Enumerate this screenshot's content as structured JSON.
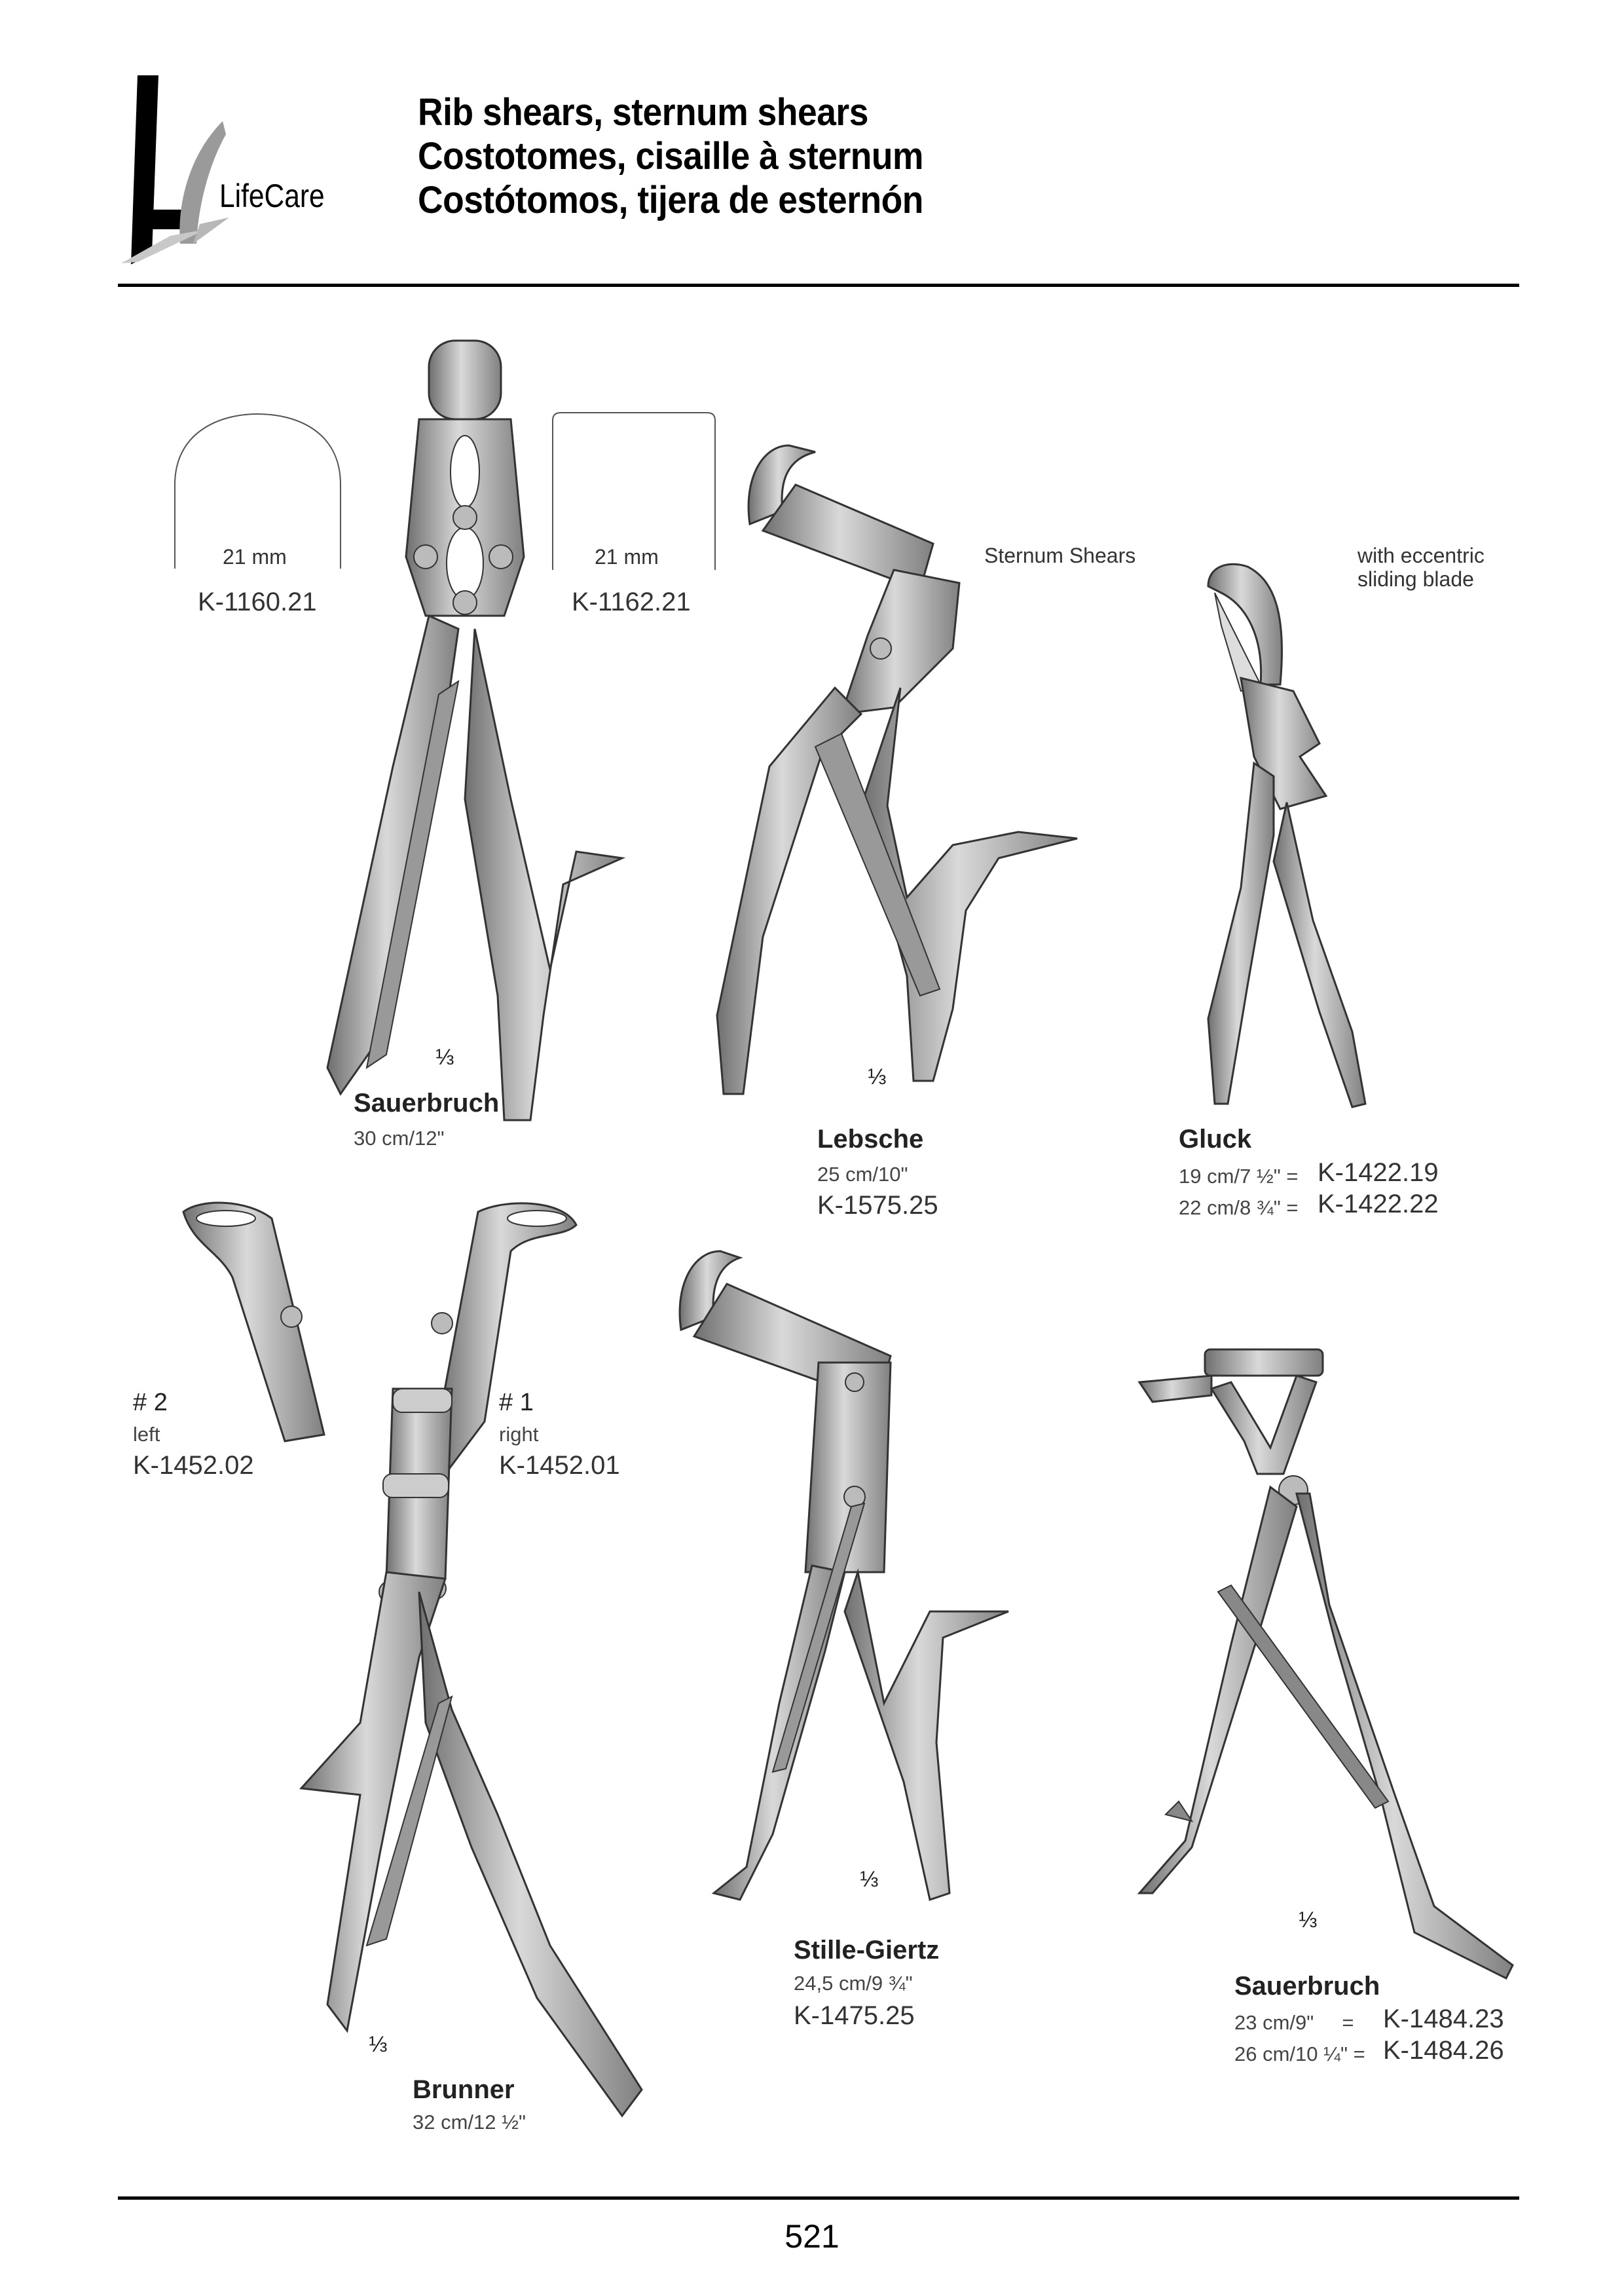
{
  "header": {
    "logo_text": "LifeCare",
    "title_lines": [
      "Rib shears, sternum shears",
      "Costotomes, cisaille à sternum",
      "Costótomos, tijera de esternón"
    ]
  },
  "blade_profiles": [
    {
      "shape": "rounded",
      "width_label": "21 mm",
      "code": "K-1160.21"
    },
    {
      "shape": "square",
      "width_label": "21 mm",
      "code": "K-1162.21"
    }
  ],
  "instruments": [
    {
      "name": "Sauerbruch",
      "size": "30 cm/12\"",
      "scale": "⅓",
      "codes": [
        "K-1160.21",
        "K-1162.21"
      ]
    },
    {
      "name": "Lebsche",
      "note": "Sternum Shears",
      "size": "25 cm/10\"",
      "scale": "⅓",
      "code": "K-1575.25"
    },
    {
      "name": "Gluck",
      "note_lines": [
        "with eccentric",
        "sliding blade"
      ],
      "variants": [
        {
          "size": "19 cm/7 ½\" =",
          "code": "K-1422.19"
        },
        {
          "size": "22 cm/8 ¾\" =",
          "code": "K-1422.22"
        }
      ]
    },
    {
      "name": "Brunner",
      "size": "32 cm/12 ½\"",
      "scale": "⅓",
      "jaws": [
        {
          "number": "# 2",
          "side": "left",
          "code": "K-1452.02"
        },
        {
          "number": "# 1",
          "side": "right",
          "code": "K-1452.01"
        }
      ]
    },
    {
      "name": "Stille-Giertz",
      "size": "24,5 cm/9 ¾\"",
      "scale": "⅓",
      "code": "K-1475.25"
    },
    {
      "name": "Sauerbruch",
      "scale": "⅓",
      "variants": [
        {
          "size": "23 cm/9\"     =",
          "code": "K-1484.23"
        },
        {
          "size": "26 cm/10 ¼\" =",
          "code": "K-1484.26"
        }
      ]
    }
  ],
  "footer": {
    "page_number": "521"
  }
}
